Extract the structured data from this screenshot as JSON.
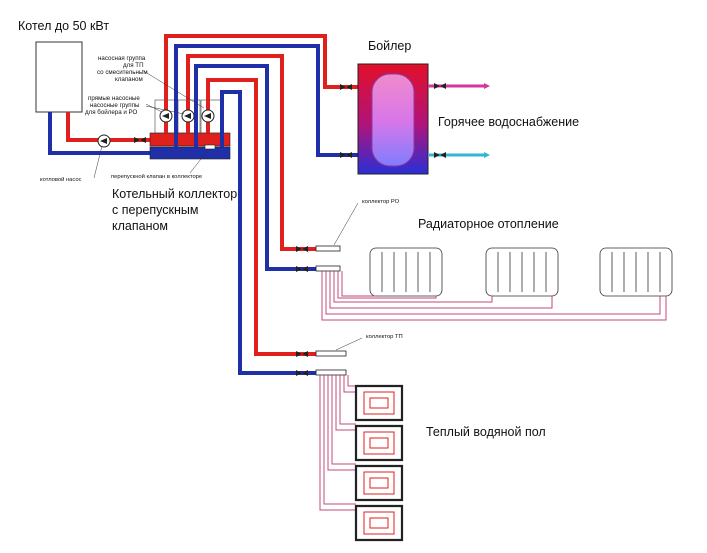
{
  "labels": {
    "boiler_title": "Котел до 50 кВт",
    "boiler_tank": "Бойлер",
    "hot_water": "Горячее водоснабжение",
    "pump_group_tp": [
      "насосная группа",
      "для ТП",
      "со смесительным",
      "клапаном"
    ],
    "direct_pump_groups": [
      "прямые насосные",
      "насосные группы",
      "для бойлера и РО"
    ],
    "boiler_pump": "котловой насос",
    "bypass_valve": "перепускной клапан в коллекторе",
    "boiler_collector": [
      "Котельный коллектор",
      "с перепускным",
      "клапаном"
    ],
    "collector_ro": "коллектор РО",
    "radiator_heating": "Радиаторное отопление",
    "collector_tp": "коллектор ТП",
    "floor_heating": "Теплый водяной пол"
  },
  "colors": {
    "supply": "#e0201c",
    "return": "#1f2fa8",
    "hot_water": "#d6379c",
    "cold_water": "#33b6d6",
    "thin_pipe": "#c04a78"
  }
}
